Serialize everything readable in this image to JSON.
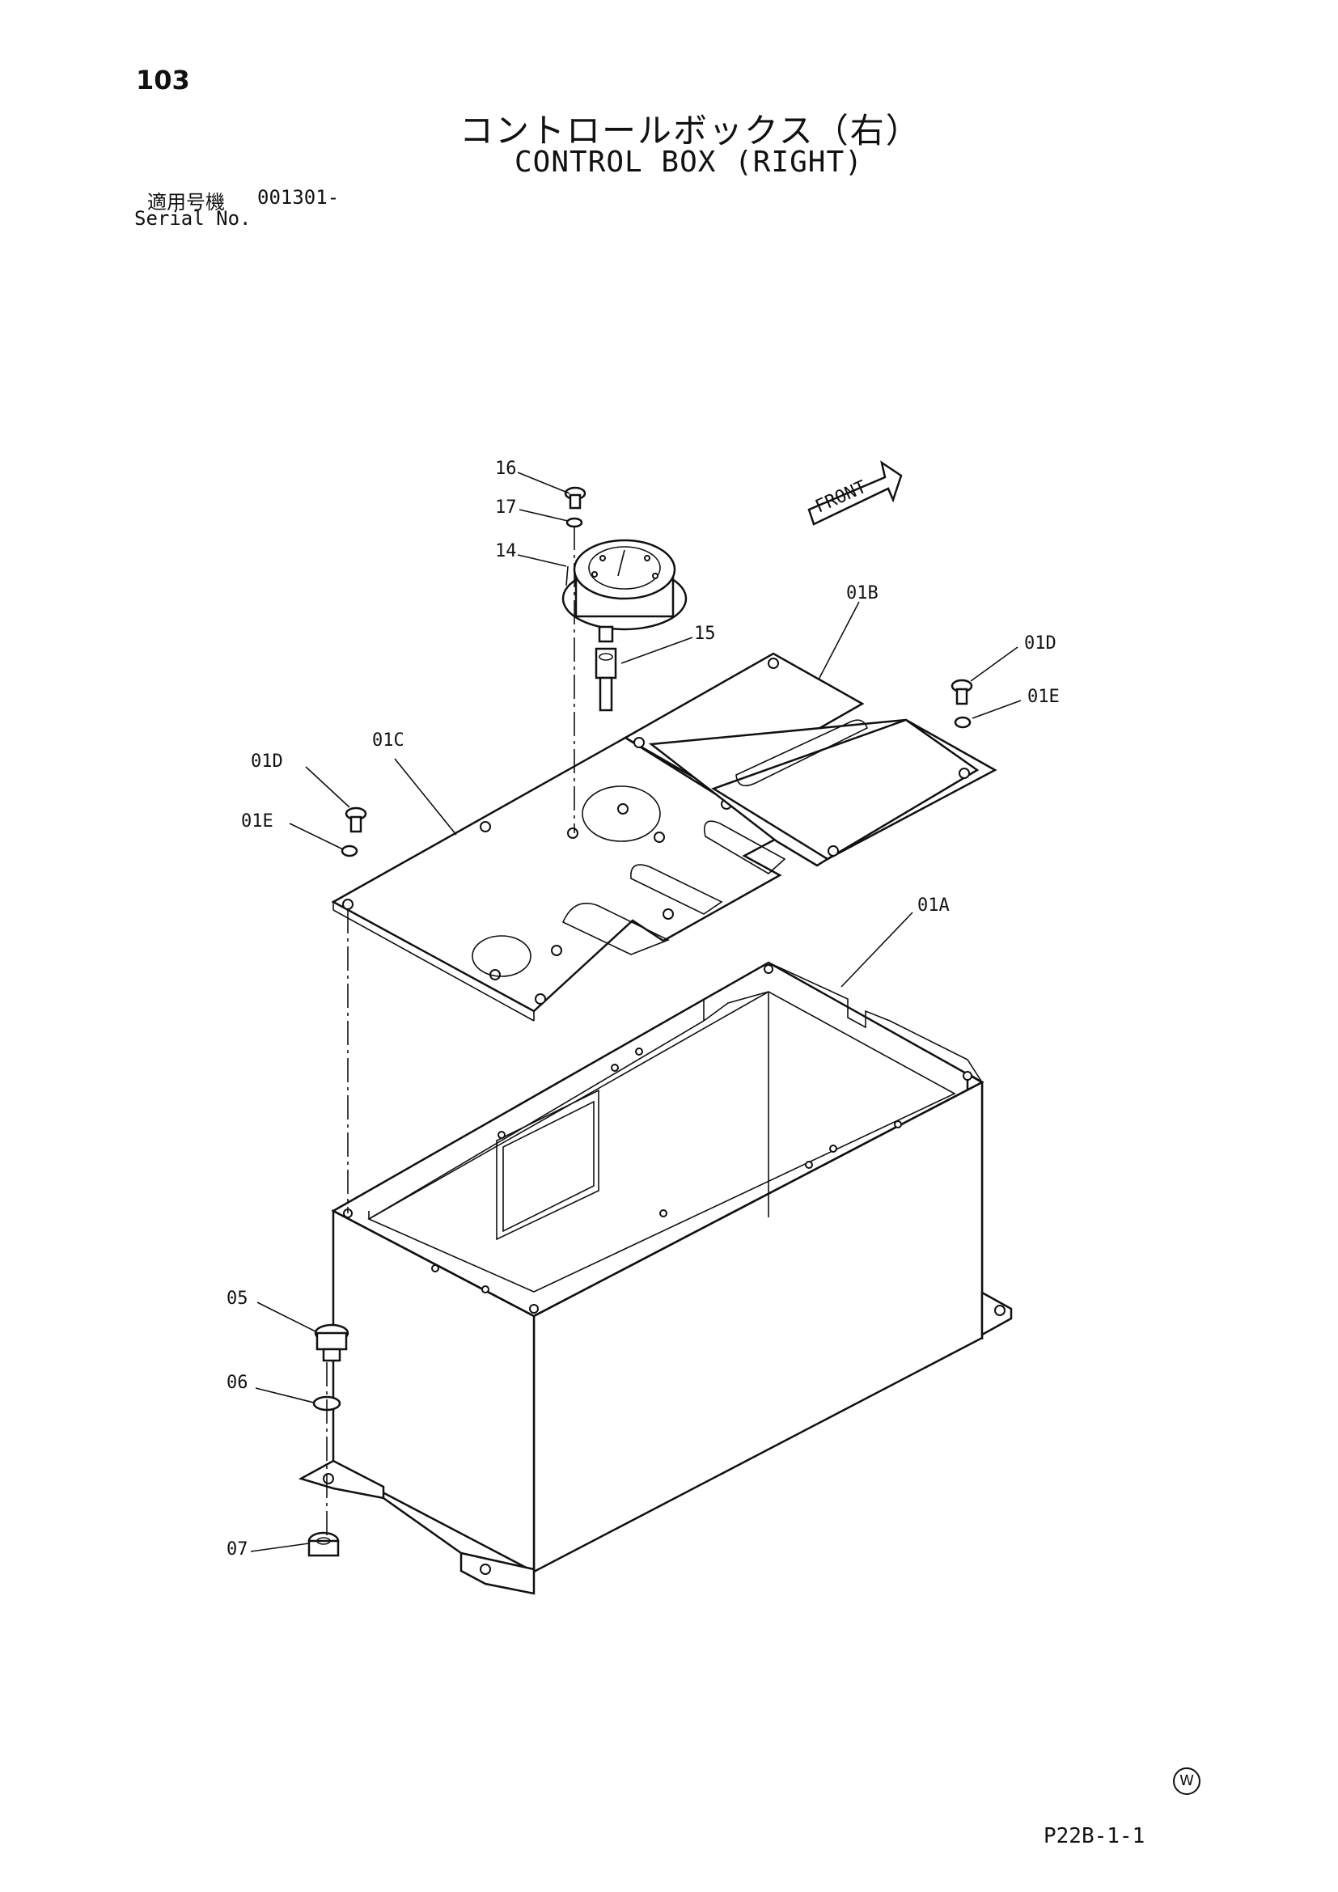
{
  "header": {
    "page_number": "103",
    "title_ja": "コントロールボックス（右）",
    "title_en": "CONTROL BOX (RIGHT)",
    "serial_label_ja": "適用号機",
    "serial_value": "001301-",
    "serial_label_en": "Serial No."
  },
  "diagram": {
    "front_label": "FRONT",
    "callouts": {
      "c16": "16",
      "c17": "17",
      "c14": "14",
      "c15": "15",
      "c01B": "01B",
      "c01D_right": "01D",
      "c01E_right": "01E",
      "c01C": "01C",
      "c01D_left": "01D",
      "c01E_left": "01E",
      "c01A": "01A",
      "c05": "05",
      "c06": "06",
      "c07": "07"
    }
  },
  "footer": {
    "mark": "W",
    "page_code": "P22B-1-1"
  }
}
